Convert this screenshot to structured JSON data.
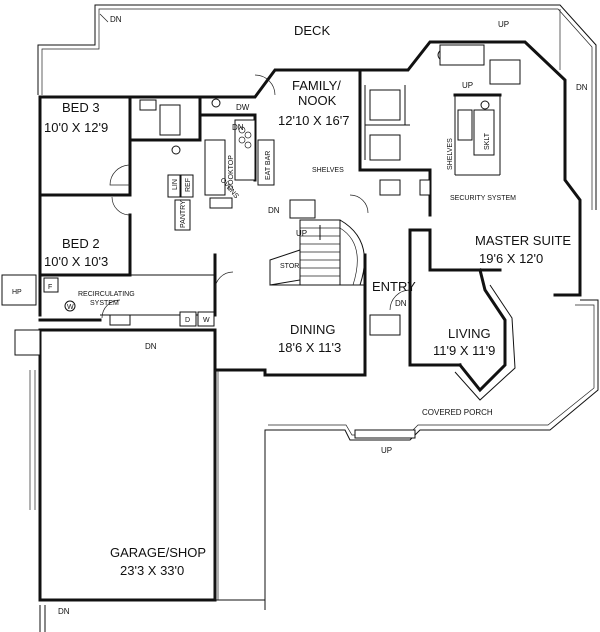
{
  "plan": {
    "rooms": {
      "deck": "DECK",
      "family_name": "FAMILY/",
      "family_name2": "NOOK",
      "family_dim": "12'10 X 16'7",
      "bed3_name": "BED 3",
      "bed3_dim": "10'0 X 12'9",
      "bed2_name": "BED 2",
      "bed2_dim": "10'0 X 10'3",
      "master_name": "MASTER SUITE",
      "master_dim": "19'6 X 12'0",
      "dining_name": "DINING",
      "dining_dim": "18'6 X 11'3",
      "living_name": "LIVING",
      "living_dim": "11'9 X 11'9",
      "porch": "COVERED PORCH",
      "garage_name": "GARAGE/SHOP",
      "garage_dim": "23'3 X 33'0",
      "entry": "ENTRY"
    },
    "labels": {
      "dn": "DN",
      "up": "UP",
      "dw": "DW",
      "cooktop": "COOKTOP",
      "eat_bar": "EAT BAR",
      "ovens": "OVENS",
      "lin": "LIN",
      "ref": "REF",
      "pantry": "PANTRY",
      "shelves": "SHELVES",
      "security": "SECURITY SYSTEM",
      "sklt": "SKLT",
      "stor": "STOR",
      "hp": "HP",
      "f": "F",
      "w": "W",
      "d": "D",
      "recirc1": "RECIRCULATING",
      "recirc2": "SYSTEM"
    }
  }
}
